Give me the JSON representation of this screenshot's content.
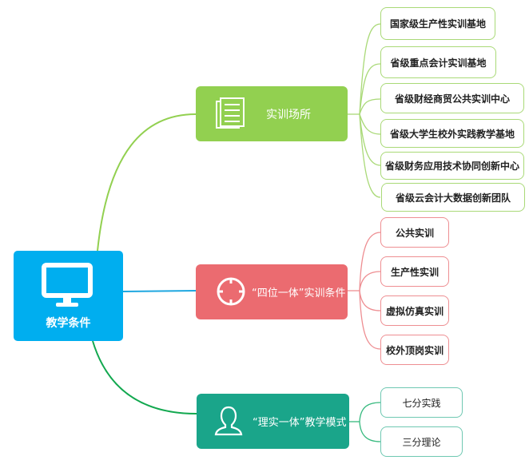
{
  "root": {
    "label": "教学条件",
    "icon": "monitor-icon",
    "color": "#00AEEF"
  },
  "branches": [
    {
      "label": "实训场所",
      "icon": "document-icon",
      "color": "#92D050",
      "children": [
        "国家级生产性实训基地",
        "省级重点会计实训基地",
        "省级财经商贸公共实训中心",
        "省级大学生校外实践教学基地",
        "省级财务应用技术协同创新中心",
        "省级云会计大数据创新团队"
      ]
    },
    {
      "label": "“四位一体”实训条件",
      "icon": "target-icon",
      "color": "#EB6B70",
      "children": [
        "公共实训",
        "生产性实训",
        "虚拟仿真实训",
        "校外顶岗实训"
      ]
    },
    {
      "label": "“理实一体”教学模式",
      "icon": "person-icon",
      "color": "#1AA58A",
      "children": [
        "七分实践",
        "三分理论"
      ]
    }
  ]
}
